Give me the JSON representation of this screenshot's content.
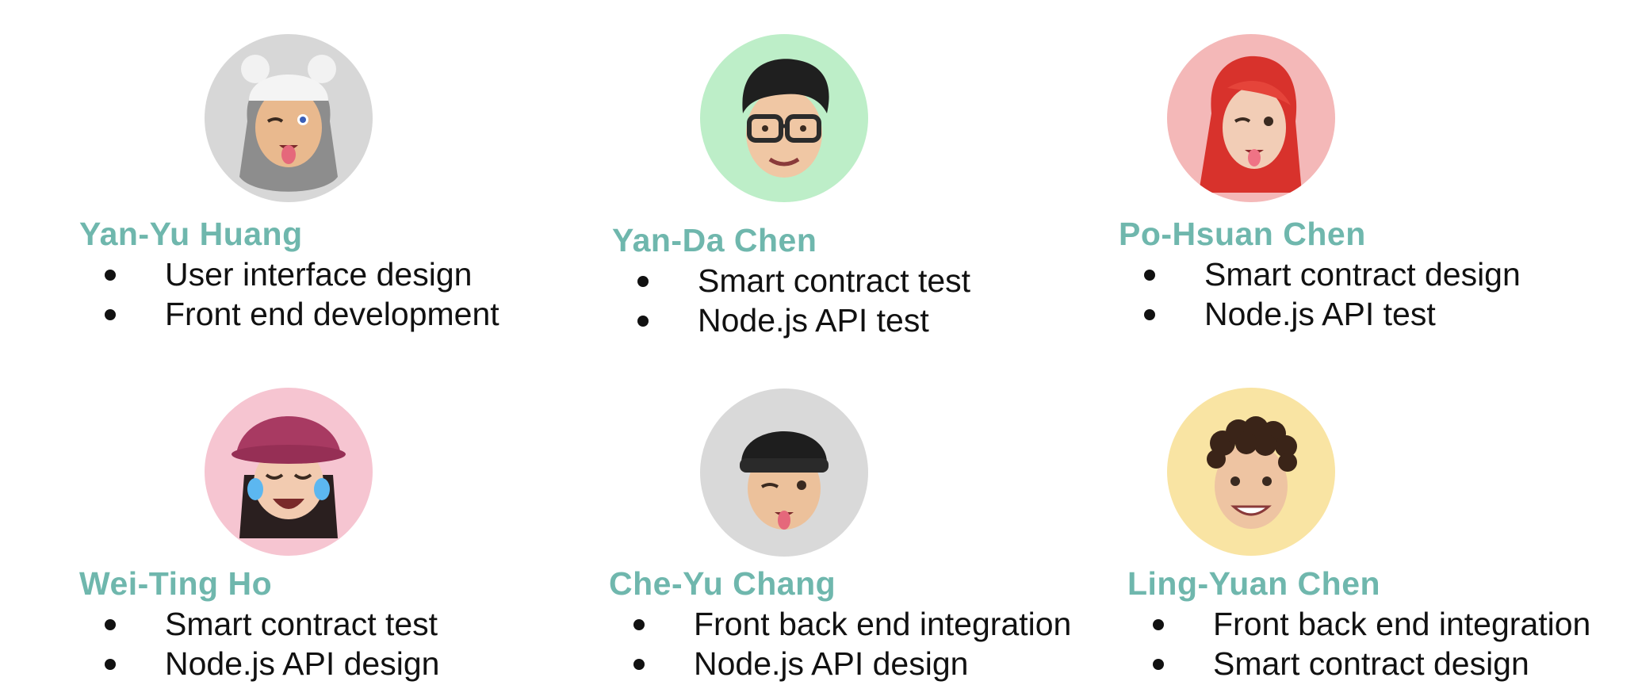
{
  "members": [
    {
      "name": "Yan-Yu Huang",
      "tasks": [
        "User interface design",
        "Front end development"
      ],
      "avatar_bg": "#d7d7d7",
      "avatar_icon": "memoji-bear-hat-wink-icon"
    },
    {
      "name": "Yan-Da Chen",
      "tasks": [
        "Smart contract test",
        "Node.js API test"
      ],
      "avatar_bg": "#bdeec8",
      "avatar_icon": "memoji-glasses-smile-icon"
    },
    {
      "name": "Po-Hsuan Chen",
      "tasks": [
        "Smart contract design",
        "Node.js API test"
      ],
      "avatar_bg": "#f4b8b8",
      "avatar_icon": "memoji-red-hair-wink-icon"
    },
    {
      "name": "Wei-Ting Ho",
      "tasks": [
        "Smart contract test",
        "Node.js API design"
      ],
      "avatar_bg": "#f6c5d1",
      "avatar_icon": "memoji-bucket-hat-laugh-icon"
    },
    {
      "name": "Che-Yu Chang",
      "tasks": [
        "Front back end integration",
        "Node.js API design"
      ],
      "avatar_bg": "#d9d9d9",
      "avatar_icon": "memoji-beanie-wink-icon"
    },
    {
      "name": "Ling-Yuan Chen",
      "tasks": [
        "Front back end integration",
        "Smart contract design"
      ],
      "avatar_bg": "#f9e4a3",
      "avatar_icon": "memoji-curly-hair-smile-icon"
    }
  ],
  "colors": {
    "name": "#6fb7ad",
    "text": "#111111",
    "bullet": "#111111"
  }
}
